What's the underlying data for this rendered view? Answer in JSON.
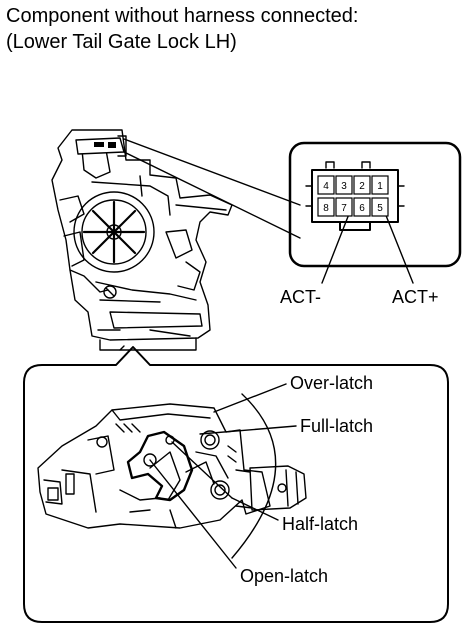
{
  "title": {
    "line1": "Component without harness connected:",
    "line2": "(Lower Tail Gate Lock LH)"
  },
  "connector": {
    "pins_top": [
      "4",
      "3",
      "2",
      "1"
    ],
    "pins_bottom": [
      "8",
      "7",
      "6",
      "5"
    ],
    "label_minus": "ACT-",
    "label_plus": "ACT+"
  },
  "detail": {
    "labels": {
      "over_latch": "Over-latch",
      "full_latch": "Full-latch",
      "half_latch": "Half-latch",
      "open_latch": "Open-latch"
    }
  }
}
